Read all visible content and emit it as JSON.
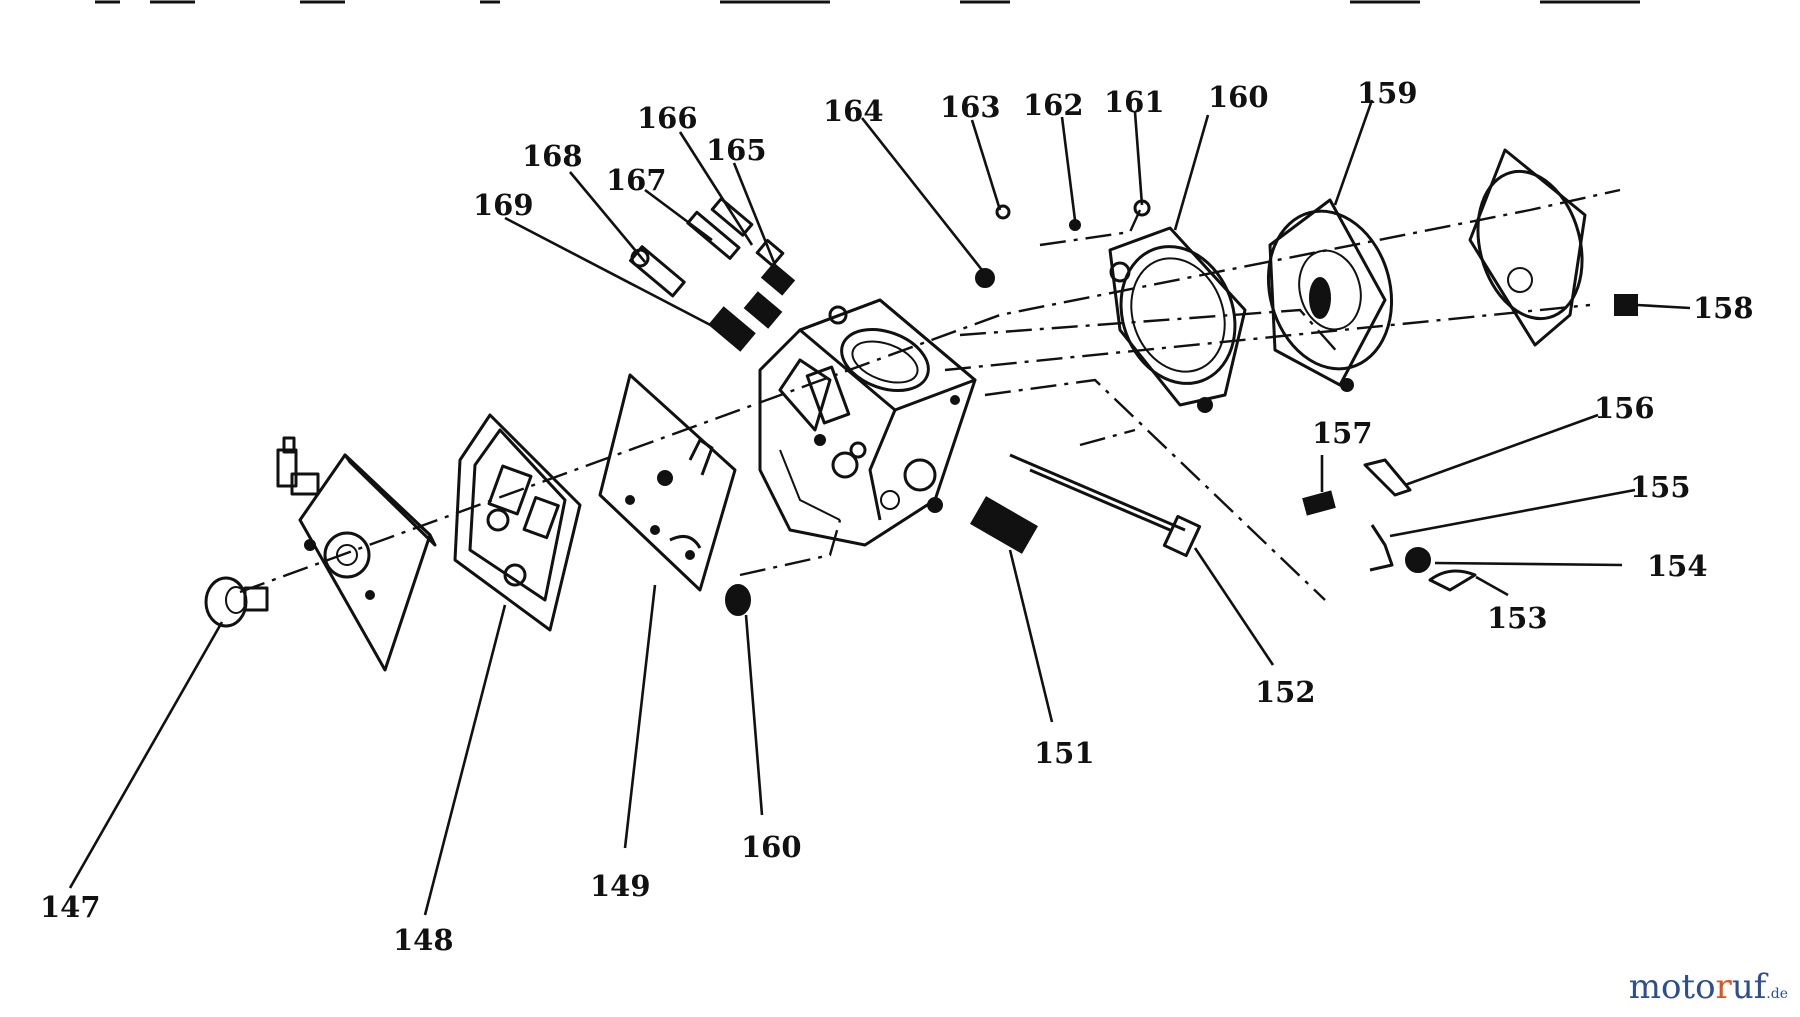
{
  "labels": [
    "147",
    "148",
    "149",
    "160",
    "151",
    "152",
    "153",
    "154",
    "155",
    "156",
    "157",
    "158",
    "159",
    "160",
    "161",
    "162",
    "163",
    "164",
    "165",
    "166",
    "167",
    "168",
    "169"
  ],
  "watermark": {
    "a": "moto",
    "b": "r",
    "c": "uf",
    "tld": ".de"
  }
}
